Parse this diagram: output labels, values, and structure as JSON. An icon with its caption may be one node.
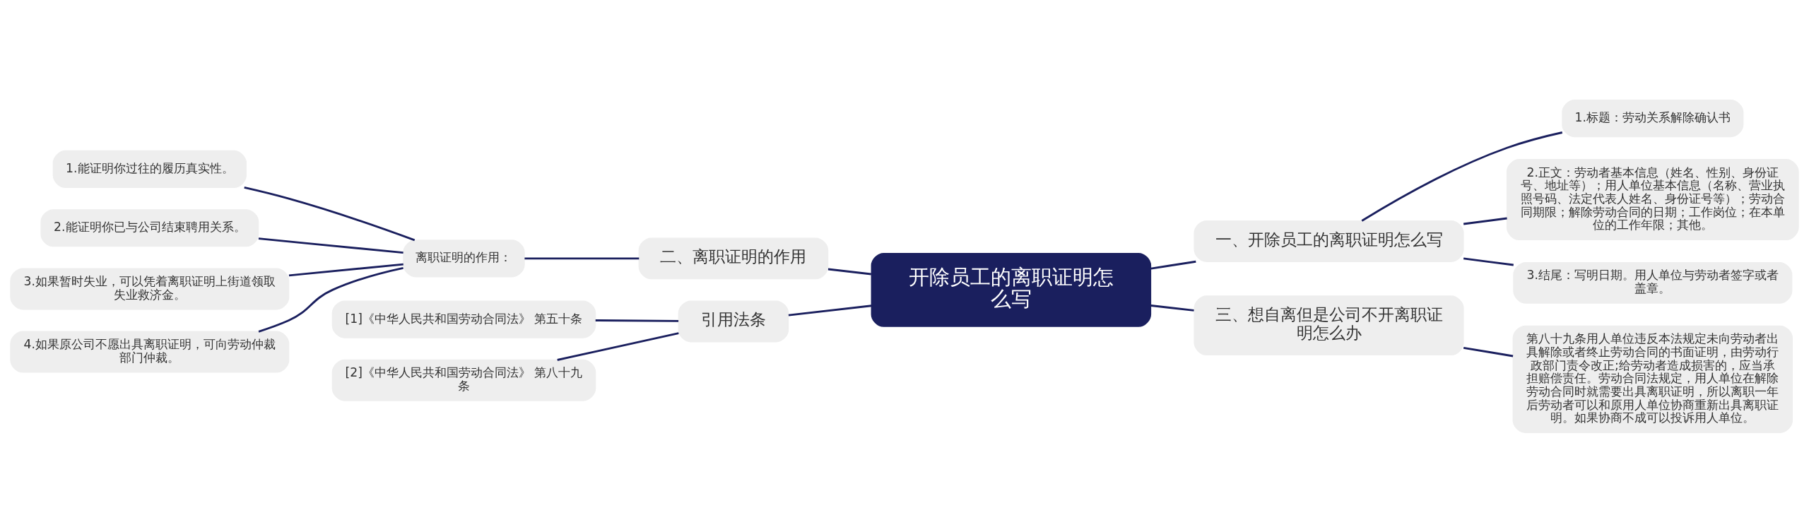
{
  "diagram": {
    "nodes": [
      {
        "text": [
          "开除员工的离职证明怎么写"
        ]
      },
      {
        "text": [
          "一、开除员工的离职证明怎么写"
        ]
      },
      {
        "text": [
          "1.标题：劳动关系解除确认书"
        ]
      },
      {
        "text": [
          "2.正文：劳动者基本信息（姓名、性别、身份证号、地址等）；用人单位基本信息（名称、营业执照号码、法定代表人姓名、身份证号等）；劳动合同期限；解除劳动合同的日期；工作岗位；在本单位的工作年限；其他。"
        ]
      },
      {
        "text": [
          "3.结尾：写明日期。用人单位与劳动者签字或者盖章。"
        ]
      },
      {
        "text": [
          "三、想自离但是公司不开离职证明怎么办"
        ]
      },
      {
        "text": [
          "第八十九条用人单位违反本法规定未向劳动者出具解除或者终止劳动合同的书面证明，由劳动行政部门责令改正;给劳动者造成损害的，应当承担赔偿责任。劳动合同法规定，用人单位在解除劳动合同时就需要出具离职证明，所以离职一年后劳动者可以和原用人单位协商重新出具离职证明。如果协商不成可以投诉用人单位。"
        ]
      },
      {
        "text": [
          "二、离职证明的作用"
        ]
      },
      {
        "text": [
          "离职证明的作用："
        ]
      },
      {
        "text": [
          "1.能证明你过往的履历真实性。"
        ]
      },
      {
        "text": [
          "2.能证明你已与公司结束聘用关系。"
        ]
      },
      {
        "text": [
          "3.如果暂时失业，可以凭着离职证明上街道领取失业救济金。"
        ]
      },
      {
        "text": [
          "4.如果原公司不愿出具离职证明，可向劳动仲裁部门仲裁。"
        ]
      },
      {
        "text": [
          "引用法条"
        ]
      },
      {
        "text": [
          "[1]《中华人民共和国劳动合同法》 第五十条"
        ]
      },
      {
        "text": [
          "[2]《中华人民共和国劳动合同法》 第八十九条"
        ]
      }
    ],
    "edges": [
      {
        "from": 0,
        "to": 1,
        "arrow": "none"
      },
      {
        "from": 1,
        "to": 2,
        "arrow": "none"
      },
      {
        "from": 1,
        "to": 3,
        "arrow": "none"
      },
      {
        "from": 1,
        "to": 4,
        "arrow": "none"
      },
      {
        "from": 0,
        "to": 5,
        "arrow": "none"
      },
      {
        "from": 5,
        "to": 6,
        "arrow": "none"
      },
      {
        "from": 0,
        "to": 7,
        "arrow": "none"
      },
      {
        "from": 7,
        "to": 8,
        "arrow": "none"
      },
      {
        "from": 8,
        "to": 9,
        "arrow": "none"
      },
      {
        "from": 8,
        "to": 10,
        "arrow": "none"
      },
      {
        "from": 8,
        "to": 11,
        "arrow": "none"
      },
      {
        "from": 8,
        "to": 12,
        "arrow": "none"
      },
      {
        "from": 0,
        "to": 13,
        "arrow": "none"
      },
      {
        "from": 13,
        "to": 14,
        "arrow": "none"
      },
      {
        "from": 13,
        "to": 15,
        "arrow": "none"
      }
    ]
  }
}
